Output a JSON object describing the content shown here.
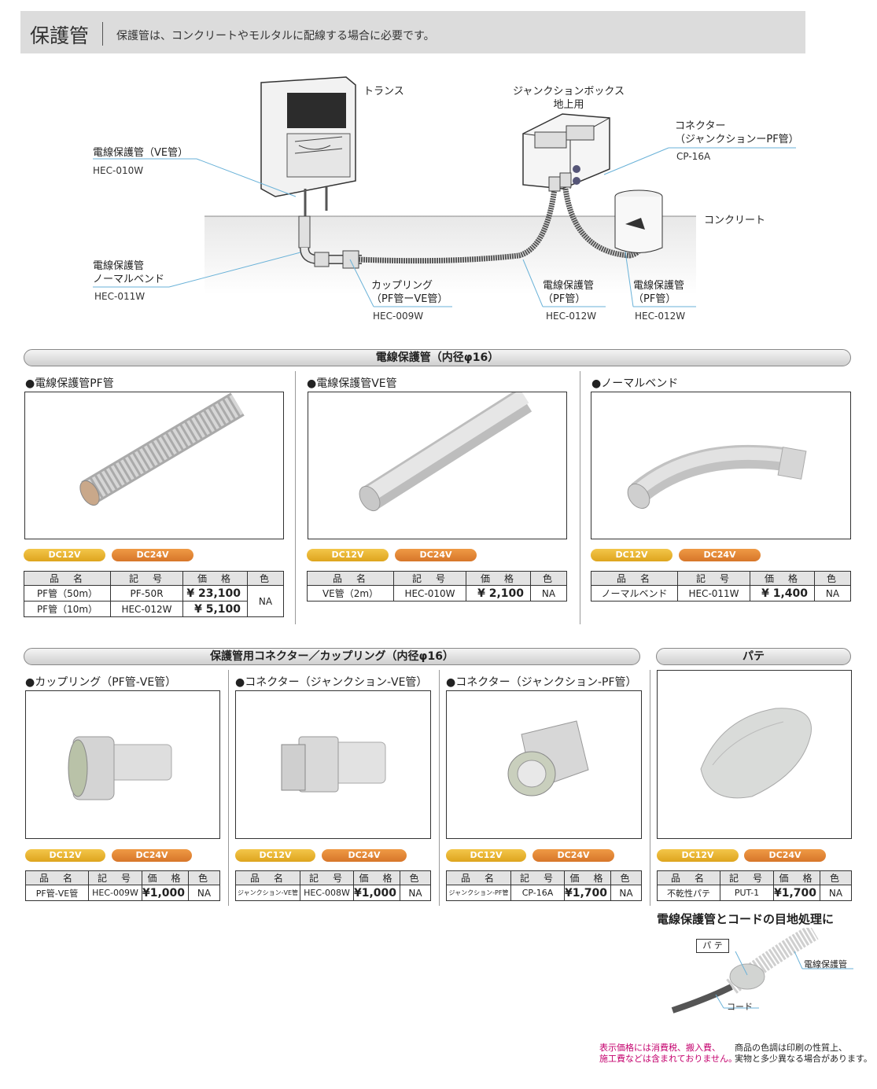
{
  "header": {
    "title": "保護管",
    "description": "保護管は、コンクリートやモルタルに配線する場合に必要です。"
  },
  "diagram": {
    "transformer": "トランス",
    "junction_box_line1": "ジャンクションボックス",
    "junction_box_line2": "地上用",
    "connector_name_line1": "コネクター",
    "connector_name_line2": "（ジャンクションーPF管）",
    "connector_code": "CP-16A",
    "ve_pipe_name": "電線保護管（VE管）",
    "ve_pipe_code": "HEC-010W",
    "concrete": "コンクリート",
    "bend_name_line1": "電線保護管",
    "bend_name_line2": "ノーマルベンド",
    "bend_code": "HEC-011W",
    "coupling_name_line1": "カップリング",
    "coupling_name_line2": "（PF管ーVE管）",
    "coupling_code": "HEC-009W",
    "pf1_name_line1": "電線保護管",
    "pf1_name_line2": "（PF管）",
    "pf1_code": "HEC-012W",
    "pf2_name_line1": "電線保護管",
    "pf2_name_line2": "（PF管）",
    "pf2_code": "HEC-012W"
  },
  "section1": {
    "title": "電線保護管（内径φ16）",
    "products": [
      {
        "title": "●電線保護管PF管",
        "badges": [
          "DC12V",
          "DC24V"
        ],
        "headers": [
          "品　名",
          "記　号",
          "価　格",
          "色"
        ],
        "rows": [
          {
            "name": "PF管（50m）",
            "code": "PF-50R",
            "price": "¥ 23,100"
          },
          {
            "name": "PF管（10m）",
            "code": "HEC-012W",
            "price": "¥ 5,100"
          }
        ],
        "color": "NA"
      },
      {
        "title": "●電線保護管VE管",
        "badges": [
          "DC12V",
          "DC24V"
        ],
        "headers": [
          "品　名",
          "記　号",
          "価　格",
          "色"
        ],
        "rows": [
          {
            "name": "VE管（2m）",
            "code": "HEC-010W",
            "price": "¥ 2,100",
            "color": "NA"
          }
        ]
      },
      {
        "title": "●ノーマルベンド",
        "badges": [
          "DC12V",
          "DC24V"
        ],
        "headers": [
          "品　名",
          "記　号",
          "価　格",
          "色"
        ],
        "rows": [
          {
            "name": "ノーマルベンド",
            "code": "HEC-011W",
            "price": "¥ 1,400",
            "color": "NA"
          }
        ]
      }
    ]
  },
  "section2": {
    "title": "保護管用コネクター／カップリング（内径φ16）",
    "products": [
      {
        "title": "●カップリング（PF管-VE管）",
        "badges": [
          "DC12V",
          "DC24V"
        ],
        "headers": [
          "品　名",
          "記　号",
          "価　格",
          "色"
        ],
        "rows": [
          {
            "name": "PF管-VE管",
            "code": "HEC-009W",
            "price": "¥1,000",
            "color": "NA"
          }
        ]
      },
      {
        "title": "●コネクター（ジャンクション-VE管）",
        "badges": [
          "DC12V",
          "DC24V"
        ],
        "headers": [
          "品　名",
          "記　号",
          "価　格",
          "色"
        ],
        "rows": [
          {
            "name": "ジャンクション-VE管",
            "code": "HEC-008W",
            "price": "¥1,000",
            "color": "NA"
          }
        ]
      },
      {
        "title": "●コネクター（ジャンクション-PF管）",
        "badges": [
          "DC12V",
          "DC24V"
        ],
        "headers": [
          "品　名",
          "記　号",
          "価　格",
          "色"
        ],
        "rows": [
          {
            "name": "ジャンクション-PF管",
            "code": "CP-16A",
            "price": "¥1,700",
            "color": "NA"
          }
        ]
      }
    ]
  },
  "section3": {
    "title": "パテ",
    "product": {
      "badges": [
        "DC12V",
        "DC24V"
      ],
      "headers": [
        "品　名",
        "記　号",
        "価　格",
        "色"
      ],
      "rows": [
        {
          "name": "不乾性パテ",
          "code": "PUT-1",
          "price": "¥1,700",
          "color": "NA"
        }
      ]
    },
    "usage_title": "電線保護管とコードの目地処理に",
    "label_paste": "パ テ",
    "label_pipe": "電線保護管",
    "label_cord": "コード"
  },
  "notes": {
    "red_line1": "表示価格には消費税、搬入費、",
    "red_line2": "施工費などは含まれておりません。",
    "black_line1": "商品の色調は印刷の性質上、",
    "black_line2": "実物と多少異なる場合があります。"
  }
}
